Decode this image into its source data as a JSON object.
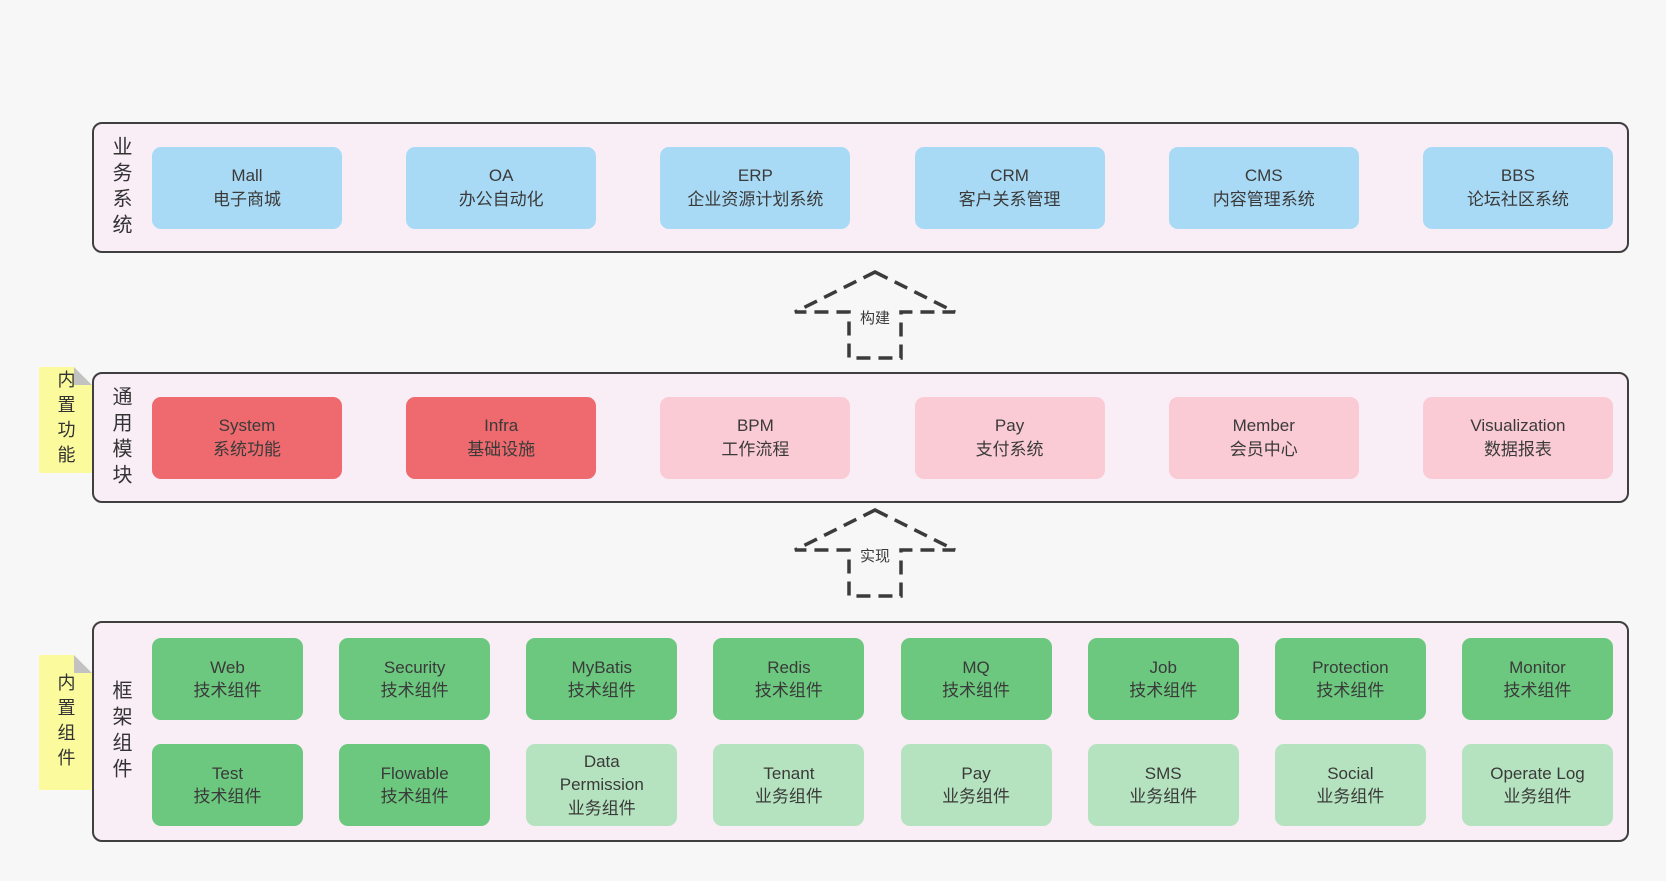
{
  "colors": {
    "page_bg": "#f7f7f7",
    "layer_bg": "#f9eef6",
    "layer_border": "#3f3f3f",
    "blue_box": "#a9daf5",
    "red_box": "#ee6a6e",
    "pink_box": "#facbd4",
    "green_box": "#6bc87e",
    "light_green_box": "#b5e3bf",
    "sticky_bg": "#fbfa9d",
    "sticky_fold": "#c2c2c2",
    "text": "#3a3a3a"
  },
  "arrows": [
    {
      "label": "构建"
    },
    {
      "label": "实现"
    }
  ],
  "stickies": [
    {
      "label": "内置功能"
    },
    {
      "label": "内置组件"
    }
  ],
  "layers": {
    "business": {
      "label": "业务系统",
      "boxes": [
        {
          "name": "Mall",
          "desc": "电子商城"
        },
        {
          "name": "OA",
          "desc": "办公自动化"
        },
        {
          "name": "ERP",
          "desc": "企业资源计划系统"
        },
        {
          "name": "CRM",
          "desc": "客户关系管理"
        },
        {
          "name": "CMS",
          "desc": "内容管理系统"
        },
        {
          "name": "BBS",
          "desc": "论坛社区系统"
        }
      ]
    },
    "modules": {
      "label": "通用模块",
      "boxes": [
        {
          "name": "System",
          "desc": "系统功能"
        },
        {
          "name": "Infra",
          "desc": "基础设施"
        },
        {
          "name": "BPM",
          "desc": "工作流程"
        },
        {
          "name": "Pay",
          "desc": "支付系统"
        },
        {
          "name": "Member",
          "desc": "会员中心"
        },
        {
          "name": "Visualization",
          "desc": "数据报表"
        }
      ]
    },
    "framework": {
      "label": "框架组件",
      "row1": [
        {
          "name": "Web",
          "desc": "技术组件"
        },
        {
          "name": "Security",
          "desc": "技术组件"
        },
        {
          "name": "MyBatis",
          "desc": "技术组件"
        },
        {
          "name": "Redis",
          "desc": "技术组件"
        },
        {
          "name": "MQ",
          "desc": "技术组件"
        },
        {
          "name": "Job",
          "desc": "技术组件"
        },
        {
          "name": "Protection",
          "desc": "技术组件"
        },
        {
          "name": "Monitor",
          "desc": "技术组件"
        }
      ],
      "row2": [
        {
          "name": "Test",
          "desc": "技术组件"
        },
        {
          "name": "Flowable",
          "desc": "技术组件"
        },
        {
          "name": "Data Permission",
          "desc": "业务组件"
        },
        {
          "name": "Tenant",
          "desc": "业务组件"
        },
        {
          "name": "Pay",
          "desc": "业务组件"
        },
        {
          "name": "SMS",
          "desc": "业务组件"
        },
        {
          "name": "Social",
          "desc": "业务组件"
        },
        {
          "name": "Operate Log",
          "desc": "业务组件"
        }
      ]
    }
  }
}
